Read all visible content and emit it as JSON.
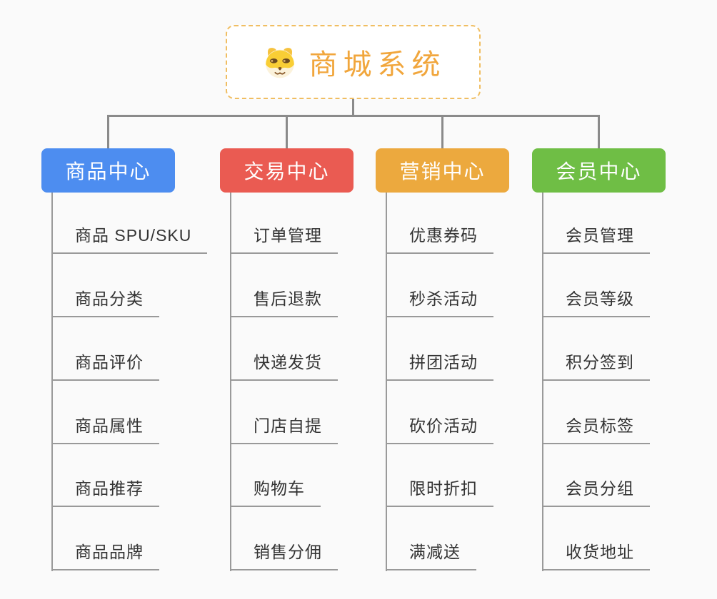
{
  "root": {
    "title": "商城系统",
    "icon": "dog-face-icon"
  },
  "branches": [
    {
      "label": "商品中心",
      "color": "#4D8DF0",
      "items": [
        "商品 SPU/SKU",
        "商品分类",
        "商品评价",
        "商品属性",
        "商品推荐",
        "商品品牌"
      ]
    },
    {
      "label": "交易中心",
      "color": "#EA5B52",
      "items": [
        "订单管理",
        "售后退款",
        "快递发货",
        "门店自提",
        "购物车",
        "销售分佣"
      ]
    },
    {
      "label": "营销中心",
      "color": "#ECA93E",
      "items": [
        "优惠券码",
        "秒杀活动",
        "拼团活动",
        "砍价活动",
        "限时折扣",
        "满减送"
      ]
    },
    {
      "label": "会员中心",
      "color": "#6FBE45",
      "items": [
        "会员管理",
        "会员等级",
        "积分签到",
        "会员标签",
        "会员分组",
        "收货地址"
      ]
    }
  ],
  "colors": {
    "background": "#FAFAFA",
    "root_text": "#F1A63C",
    "root_border": "#F0BE62",
    "connector": "#8A8A8A",
    "item_underline": "#999999",
    "item_text": "#333333"
  }
}
